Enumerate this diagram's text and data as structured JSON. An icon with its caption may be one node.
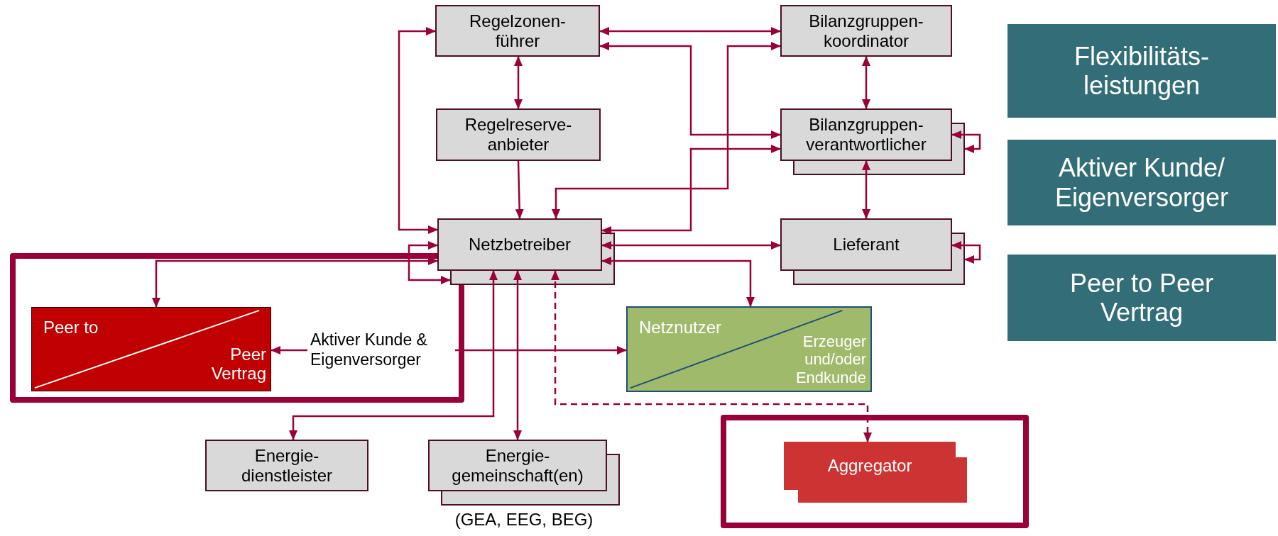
{
  "diagram": {
    "nodes": [
      {
        "text": [
          "Regelzonen- führer"
        ]
      },
      {
        "text": [
          "Bilanzgruppen- koordinator"
        ]
      },
      {
        "text": [
          "Regelreserve- anbieter"
        ]
      },
      {
        "text": [
          "Bilanzgruppen- verantwortlicher"
        ]
      },
      {
        "text": [
          "Netzbetreiber"
        ]
      },
      {
        "text": [
          "Lieferant"
        ]
      },
      {
        "text": [
          "Peer to",
          "Peer Vertrag"
        ]
      },
      {
        "text": [
          "Netznutzer",
          "Erzeuger und/oder Endkunde"
        ]
      },
      {
        "text": [
          "Energie- dienstleister"
        ]
      },
      {
        "text": [
          "Energie- gemeinschaft(en)"
        ],
        "beside": [
          "(GEA, EEG, BEG)"
        ]
      },
      {
        "text": [
          "Aggregator"
        ]
      },
      {
        "text": [
          "Flexibilitäts- leistungen"
        ]
      },
      {
        "text": [
          "Aktiver Kunde/ Eigenversorger"
        ]
      },
      {
        "text": [
          "Peer to Peer Vertrag"
        ]
      }
    ],
    "edges": [
      {
        "from": 0,
        "to": 1,
        "arrow": "both"
      },
      {
        "from": 0,
        "to": 3,
        "arrow": "both"
      },
      {
        "from": 4,
        "to": 1,
        "arrow": "both"
      },
      {
        "from": 3,
        "to": 4,
        "arrow": "both"
      },
      {
        "from": 0,
        "to": 2,
        "arrow": "both"
      },
      {
        "from": 2,
        "to": 4,
        "arrow": "to"
      },
      {
        "from": 0,
        "to": 4,
        "arrow": "both"
      },
      {
        "from": 1,
        "to": 3,
        "arrow": "both"
      },
      {
        "from": 3,
        "to": 5,
        "arrow": "both"
      },
      {
        "from": 4,
        "to": 5,
        "arrow": "both"
      },
      {
        "from": 4,
        "to": 7,
        "arrow": "both"
      },
      {
        "from": 3,
        "to": 3,
        "arrow": "both"
      },
      {
        "from": 5,
        "to": 5,
        "arrow": "both"
      },
      {
        "from": 4,
        "to": 4,
        "arrow": "both"
      },
      {
        "from": 4,
        "to": 6,
        "arrow": "both"
      },
      {
        "from": 7,
        "to": 6,
        "arrow": "both",
        "label": "Aktiver Kunde & Eigenversorger"
      },
      {
        "from": 4,
        "to": 8,
        "arrow": "both"
      },
      {
        "from": 4,
        "to": 9,
        "arrow": "both"
      },
      {
        "from": 4,
        "to": 10,
        "arrow": "both",
        "style": "dashed"
      }
    ]
  }
}
